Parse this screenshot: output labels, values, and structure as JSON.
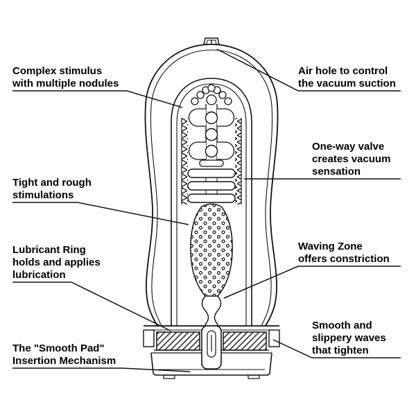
{
  "figure": {
    "background": "#ffffff",
    "line_color": "#111111",
    "description": "Cross-section line diagram of a cylindrical cup device with labeled internal features"
  },
  "callouts": [
    {
      "id": "complex-stimulus",
      "text": "Complex stimulus with multiple nodules",
      "lines": [
        "Complex stimulus",
        "with multiple nodules"
      ]
    },
    {
      "id": "air-hole",
      "text": "Air hole to control the vacuum suction",
      "lines": [
        "Air hole to control",
        "the vacuum suction"
      ]
    },
    {
      "id": "one-way-valve",
      "text": "One-way valve creates vacuum sensation",
      "lines": [
        "One-way valve",
        "creates vacuum",
        "sensation"
      ]
    },
    {
      "id": "tight-rough",
      "text": "Tight and rough stimulations",
      "lines": [
        "Tight and rough",
        "stimulations"
      ]
    },
    {
      "id": "lubricant-ring",
      "text": "Lubricant Ring holds and applies lubrication",
      "lines": [
        "Lubricant Ring",
        "holds and applies",
        "lubrication"
      ]
    },
    {
      "id": "waving-zone",
      "text": "Waving Zone offers constriction",
      "lines": [
        "Waving Zone",
        "offers constriction"
      ]
    },
    {
      "id": "smooth-slippery",
      "text": "Smooth and slippery waves that tighten",
      "lines": [
        "Smooth and",
        "slippery waves",
        "that tighten"
      ]
    },
    {
      "id": "smooth-pad",
      "text": "The \"Smooth Pad\" Insertion Mechanism",
      "lines": [
        "The \"Smooth Pad\"",
        "Insertion Mechanism"
      ]
    }
  ]
}
